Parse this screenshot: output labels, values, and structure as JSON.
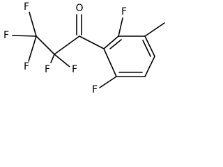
{
  "molecule": {
    "atoms": {
      "f_cf3_top": "F",
      "f_cf3_left": "F",
      "f_cf3_bottom": "F",
      "f_cf2_left": "F",
      "f_cf2_right": "F",
      "o_carbonyl": "O",
      "f_ring_top": "F",
      "f_ring_bottom": "F"
    }
  }
}
